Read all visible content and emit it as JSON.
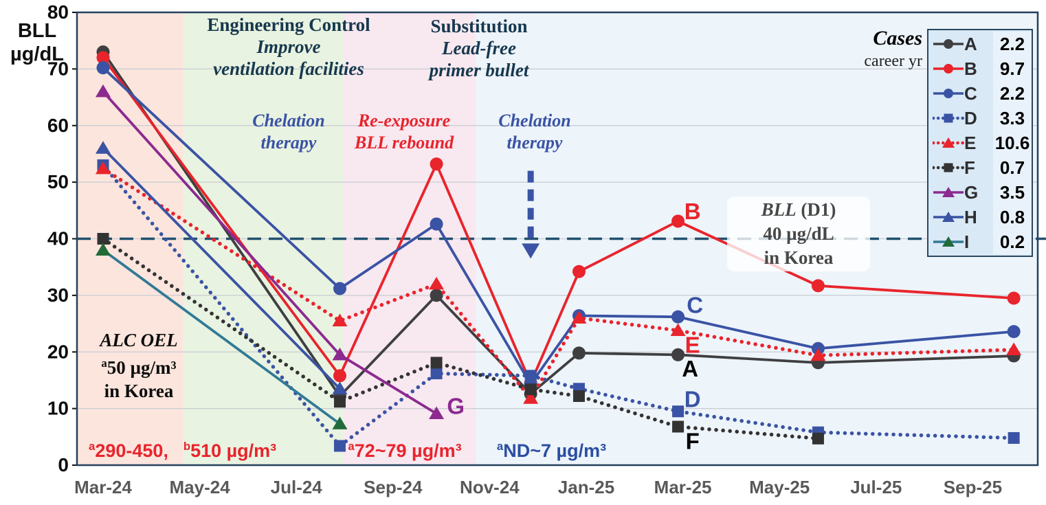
{
  "chart_data": {
    "type": "line",
    "title": "",
    "y_axis": {
      "min": 0,
      "max": 80,
      "step": 10,
      "label_line1": "BLL",
      "label_line2": "µg/dL"
    },
    "x_ticks": [
      {
        "label": "Mar-24",
        "m": 0
      },
      {
        "label": "May-24",
        "m": 2
      },
      {
        "label": "Jul-24",
        "m": 4
      },
      {
        "label": "Sep-24",
        "m": 6
      },
      {
        "label": "Nov-24",
        "m": 8
      },
      {
        "label": "Jan-25",
        "m": 10
      },
      {
        "label": "Mar-25",
        "m": 12
      },
      {
        "label": "May-25",
        "m": 14
      },
      {
        "label": "Jul-25",
        "m": 16
      },
      {
        "label": "Sep-25",
        "m": 18
      }
    ],
    "grid": true,
    "regions": [
      {
        "name": "baseline-exposure-period",
        "m0": -0.54,
        "m1": 1.66,
        "color": "#fbe5dd"
      },
      {
        "name": "engineering-control-period",
        "m0": 1.66,
        "m1": 4.98,
        "color": "#e9f3e1"
      },
      {
        "name": "re-exposure-period",
        "m0": 4.98,
        "m1": 7.72,
        "color": "#f8e8f0"
      },
      {
        "name": "substitution-period",
        "m0": 7.72,
        "m1": 19.35,
        "color": "#edf4fa"
      }
    ],
    "reference_line": {
      "value": 40,
      "color": "#20506e"
    },
    "arrow": {
      "m": 8.85,
      "v_top": 52,
      "v_bottom": 36.5,
      "color": "#3a53a4"
    },
    "series": [
      {
        "name": "A",
        "career_yr": "2.2",
        "color": "#3f3f41",
        "marker": "circle",
        "line": "solid",
        "points": [
          [
            0,
            73
          ],
          [
            4.9,
            12.2
          ],
          [
            6.9,
            30
          ],
          [
            8.85,
            12.6
          ],
          [
            9.85,
            19.8
          ],
          [
            11.9,
            19.5
          ],
          [
            14.8,
            18.1
          ],
          [
            18.85,
            19.3
          ]
        ]
      },
      {
        "name": "B",
        "career_yr": "9.7",
        "color": "#e8242c",
        "marker": "circle",
        "line": "solid",
        "points": [
          [
            0,
            72
          ],
          [
            4.9,
            15.8
          ],
          [
            6.9,
            53.2
          ],
          [
            8.85,
            14.5
          ],
          [
            9.85,
            34.2
          ],
          [
            11.9,
            43.1
          ],
          [
            14.8,
            31.7
          ],
          [
            18.85,
            29.5
          ]
        ]
      },
      {
        "name": "C",
        "career_yr": "2.2",
        "color": "#3a53a4",
        "marker": "circle",
        "line": "solid",
        "points": [
          [
            0,
            70.2
          ],
          [
            4.9,
            31.2
          ],
          [
            6.9,
            42.6
          ],
          [
            8.85,
            14.3
          ],
          [
            9.85,
            26.4
          ],
          [
            11.9,
            26.2
          ],
          [
            14.8,
            20.6
          ],
          [
            18.85,
            23.6
          ]
        ]
      },
      {
        "name": "D",
        "career_yr": "3.3",
        "color": "#3a53a4",
        "marker": "square",
        "line": "dotted",
        "points": [
          [
            0,
            53
          ],
          [
            4.9,
            3.4
          ],
          [
            6.9,
            16.2
          ],
          [
            8.85,
            15.8
          ],
          [
            9.85,
            13.5
          ],
          [
            11.9,
            9.5
          ],
          [
            14.8,
            5.8
          ],
          [
            18.85,
            4.8
          ]
        ]
      },
      {
        "name": "E",
        "career_yr": "10.6",
        "color": "#e8242c",
        "marker": "triangle",
        "line": "dotted",
        "points": [
          [
            0,
            52.4
          ],
          [
            4.9,
            25.5
          ],
          [
            6.9,
            32
          ],
          [
            8.85,
            11.8
          ],
          [
            9.85,
            26
          ],
          [
            11.9,
            23.8
          ],
          [
            14.8,
            19.4
          ],
          [
            18.85,
            20.4
          ]
        ]
      },
      {
        "name": "F",
        "career_yr": "0.7",
        "color": "#333333",
        "marker": "square",
        "line": "dotted",
        "points": [
          [
            0,
            40
          ],
          [
            4.9,
            11.2
          ],
          [
            6.9,
            18.1
          ],
          [
            8.85,
            13.4
          ],
          [
            9.85,
            12.2
          ],
          [
            11.9,
            6.8
          ],
          [
            14.8,
            4.7
          ]
        ]
      },
      {
        "name": "G",
        "career_yr": "3.5",
        "color": "#8c2a8f",
        "marker": "triangle",
        "line": "solid",
        "points": [
          [
            0,
            66
          ],
          [
            4.9,
            19.5
          ],
          [
            6.9,
            9.1
          ]
        ]
      },
      {
        "name": "H",
        "career_yr": "0.8",
        "color": "#3a53a4",
        "marker": "triangle",
        "line": "solid",
        "points": [
          [
            0,
            56
          ],
          [
            4.9,
            13.5
          ]
        ]
      },
      {
        "name": "I",
        "career_yr": "0.2",
        "color": "#317a96",
        "marker": "triangle",
        "marker_color": "#226b38",
        "line": "solid",
        "points": [
          [
            0,
            38
          ],
          [
            4.9,
            7.3
          ]
        ]
      }
    ],
    "point_labels": [
      {
        "text": "B",
        "color": "#e8242c",
        "m": 12.2,
        "v": 44.8
      },
      {
        "text": "C",
        "color": "#3a53a4",
        "m": 12.25,
        "v": 28.2
      },
      {
        "text": "E",
        "color": "#e8242c",
        "m": 12.2,
        "v": 21.2
      },
      {
        "text": "A",
        "color": "#000000",
        "m": 12.15,
        "v": 17.0
      },
      {
        "text": "D",
        "color": "#3a53a4",
        "m": 12.2,
        "v": 11.6
      },
      {
        "text": "F",
        "color": "#000000",
        "m": 12.2,
        "v": 4.2
      },
      {
        "text": "G",
        "color": "#8c2a8f",
        "m": 7.3,
        "v": 10.4
      }
    ],
    "legend_position": "top-right"
  },
  "legend": {
    "title": "Cases",
    "subtitle": "career yr"
  },
  "annotations": {
    "eng_control": {
      "line1": "Engineering Control",
      "line2": "Improve",
      "line3": "ventilation facilities"
    },
    "substitution": {
      "line1": "Substitution",
      "line2": "Lead-free",
      "line3": "primer bullet"
    },
    "chelation1": {
      "line1": "Chelation",
      "line2": "therapy"
    },
    "re_exposure": {
      "line1": "Re-exposure",
      "line2": "BLL rebound"
    },
    "chelation2": {
      "line1": "Chelation",
      "line2": "therapy"
    },
    "alc_oel": {
      "line1": "ALC OEL",
      "sup": "a",
      "line2": "50 µg/m³",
      "line3": "in Korea"
    },
    "bll_ref": {
      "line1_italic": "BLL",
      "line1_rest": " (D1)",
      "line2": "40 µg/dL",
      "line3": "in Korea"
    },
    "exposure1": {
      "sup": "a",
      "text": "290-450,"
    },
    "exposure2": {
      "sup": "b",
      "text": "510 µg/m³"
    },
    "exposure3": {
      "sup": "a",
      "text": "72~79 µg/m³"
    },
    "exposure4": {
      "sup": "a",
      "text": "ND~7 µg/m³"
    }
  }
}
